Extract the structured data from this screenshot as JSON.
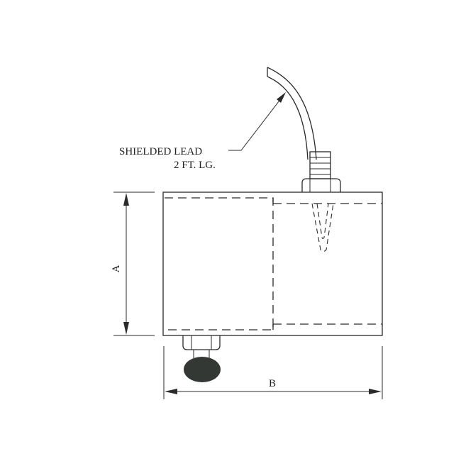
{
  "diagram": {
    "type": "technical-drawing",
    "subject": "strap-on heater / sensor body with shielded lead",
    "callout": {
      "line1": "SHIELDED LEAD",
      "line2": "2 FT. LG."
    },
    "dimensions": {
      "height_label": "A",
      "width_label": "B"
    },
    "colors": {
      "line": "#2a2a2a",
      "knob_fill": "#333835",
      "background": "#ffffff"
    }
  }
}
